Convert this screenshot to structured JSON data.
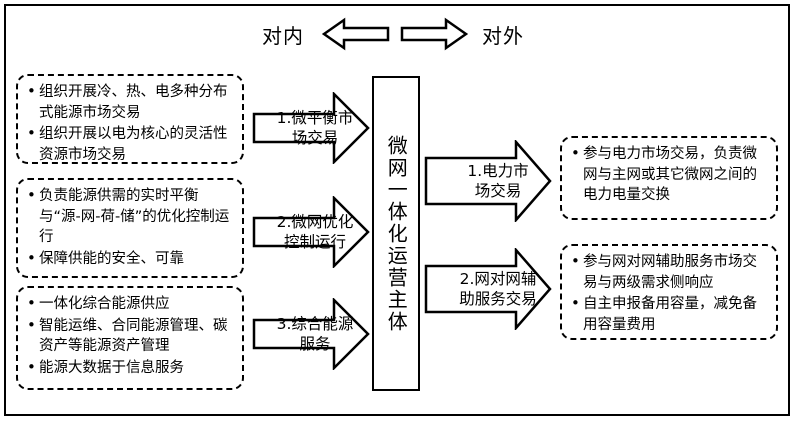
{
  "diagram": {
    "direction_labels": {
      "internal": "对内",
      "external": "对外"
    },
    "center": {
      "title": "微网一体化运营主体"
    },
    "left_arrows": [
      {
        "label": "1.微平衡市\n场交易"
      },
      {
        "label": "2.微网优化\n控制运行"
      },
      {
        "label": "3.综合能源\n服务"
      }
    ],
    "right_arrows": [
      {
        "label": "1.电力市\n场交易"
      },
      {
        "label": "2.网对网辅\n助服务交易"
      }
    ],
    "left_boxes": [
      {
        "items": [
          "组织开展冷、热、电多种分布式能源市场交易",
          "组织开展以电为核心的灵活性资源市场交易"
        ]
      },
      {
        "items": [
          "负责能源供需的实时平衡与“源-网-荷-储”的优化控制运行",
          "保障供能的安全、可靠"
        ]
      },
      {
        "items": [
          "一体化综合能源供应",
          "智能运维、合同能源管理、碳资产等能源资产管理",
          "能源大数据于信息服务"
        ]
      }
    ],
    "right_boxes": [
      {
        "items": [
          "参与电力市场交易，负责微网与主网或其它微网之间的电力电量交换"
        ]
      },
      {
        "items": [
          "参与网对网辅助服务市场交易与两级需求侧响应",
          "自主申报备用容量，减免备用容量费用"
        ]
      }
    ],
    "colors": {
      "stroke": "#000000",
      "background": "#ffffff"
    }
  }
}
